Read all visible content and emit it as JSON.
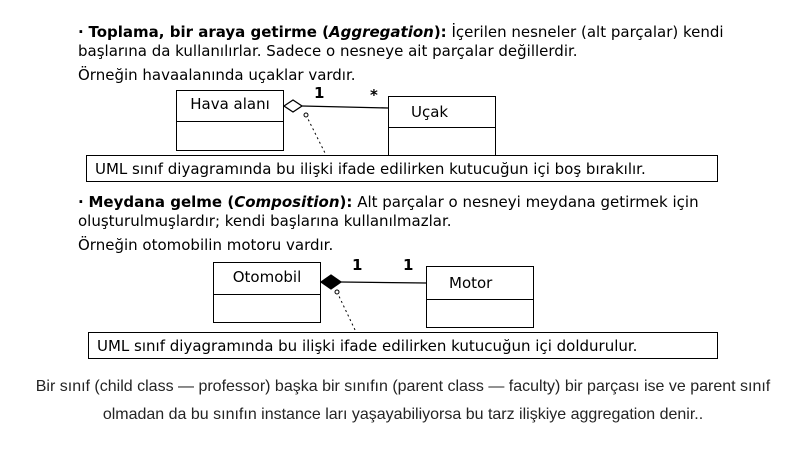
{
  "aggregation": {
    "bullet": "·",
    "title_prefix": "Toplama, bir araya getirme (",
    "title_term": "Aggregation",
    "title_suffix": "):",
    "line1_rest": "İçerilen nesneler (alt parçalar) kendi",
    "line2": "başlarına da kullanılırlar. Sadece o nesneye ait parçalar değillerdir.",
    "example": "Örneğin havaalanında uçaklar vardır.",
    "whole_class": "Hava alanı",
    "part_class": "Uçak",
    "mult_whole": "1",
    "mult_part": "*",
    "note": "UML sınıf diyagramında bu ilişki ifade edilirken kutucuğun içi boş bırakılır."
  },
  "composition": {
    "bullet": "·",
    "title_prefix": "Meydana gelme (",
    "title_term": "Composition",
    "title_suffix": "):",
    "line1_rest": "Alt parçalar o nesneyi meydana getirmek için",
    "line2": "oluşturulmuşlardır; kendi başlarına kullanılmazlar.",
    "example": "Örneğin otomobilin motoru vardır.",
    "whole_class": "Otomobil",
    "part_class": "Motor",
    "mult_whole": "1",
    "mult_part": "1",
    "note": "UML sınıf diyagramında bu ilişki ifade edilirken kutucuğun içi doldurulur."
  },
  "caption": {
    "line1": "Bir sınıf (child class — professor) başka bir sınıfın (parent class — faculty) bir parçası ise ve parent sınıf",
    "line2": "olmadan da bu sınıfın instance ları yaşayabiliyorsa bu tarz ilişkiye aggregation denir.."
  }
}
